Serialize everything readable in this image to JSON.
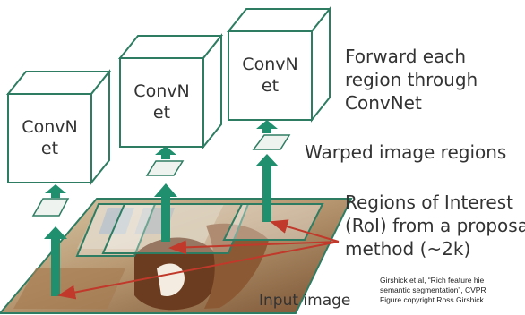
{
  "boxes": [
    {
      "line1": "ConvN",
      "line2": "et"
    },
    {
      "line1": "ConvN",
      "line2": "et"
    },
    {
      "line1": "ConvN",
      "line2": "et"
    }
  ],
  "labels": {
    "forward": [
      "Forward each",
      "region through",
      "ConvNet"
    ],
    "warped": "Warped image regions",
    "roi": [
      "Regions of Interest",
      "(RoI) from a proposal",
      "method (~2k)"
    ],
    "input": "Input image"
  },
  "credit": [
    "Girshick et al, “Rich feature hie",
    "semantic segmentation”, CVPR",
    "Figure copyright Ross Girshick"
  ],
  "colors": {
    "box_stroke": "#2e7d63",
    "arrow_fill": "#1f8f6e",
    "pointer_red": "#c0392b",
    "text": "#333333"
  }
}
